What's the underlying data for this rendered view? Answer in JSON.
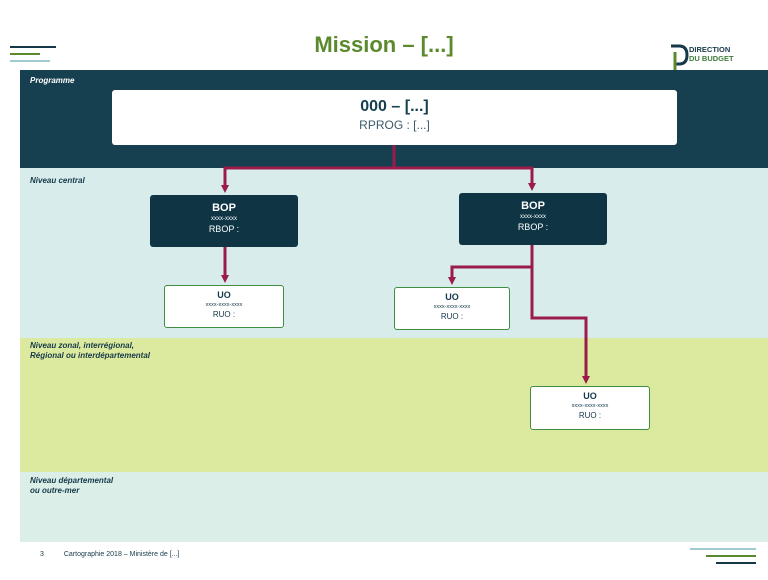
{
  "header": {
    "title": "Mission – [...]",
    "logo": {
      "line1": "DIRECTION",
      "line2": "DU BUDGET"
    }
  },
  "bands": {
    "programme": "Programme",
    "central": "Niveau central",
    "regional_line1": "Niveau zonal, interrégional,",
    "regional_line2": "Régional ou interdépartemental",
    "dept_line1": "Niveau départemental",
    "dept_line2": "ou outre-mer"
  },
  "programme_box": {
    "code": "000 – [...]",
    "resp": "RPROG : [...]"
  },
  "bop_left": {
    "title": "BOP",
    "code": "xxxx-xxxx",
    "resp": "RBOP :"
  },
  "bop_right": {
    "title": "BOP",
    "code": "xxxx-xxxx",
    "resp": "RBOP :"
  },
  "uo_1": {
    "title": "UO",
    "code": "xxxx-xxxx-xxxx",
    "resp": "RUO :"
  },
  "uo_2": {
    "title": "UO",
    "code": "xxxx-xxxx-xxxx",
    "resp": "RUO :"
  },
  "uo_3": {
    "title": "UO",
    "code": "xxxx-xxxx-xxxx",
    "resp": "RUO :"
  },
  "footer": {
    "page": "3",
    "text": "Cartographie 2018 – Ministère de [...]"
  },
  "colors": {
    "title_green": "#5b8a2e",
    "programme_band": "#16404f",
    "central_band": "#d9ecec",
    "regional_band": "#dcea9f",
    "dept_band": "#dbeee7",
    "arrow": "#9a1b4c",
    "uo_border": "#3f8d3f"
  }
}
